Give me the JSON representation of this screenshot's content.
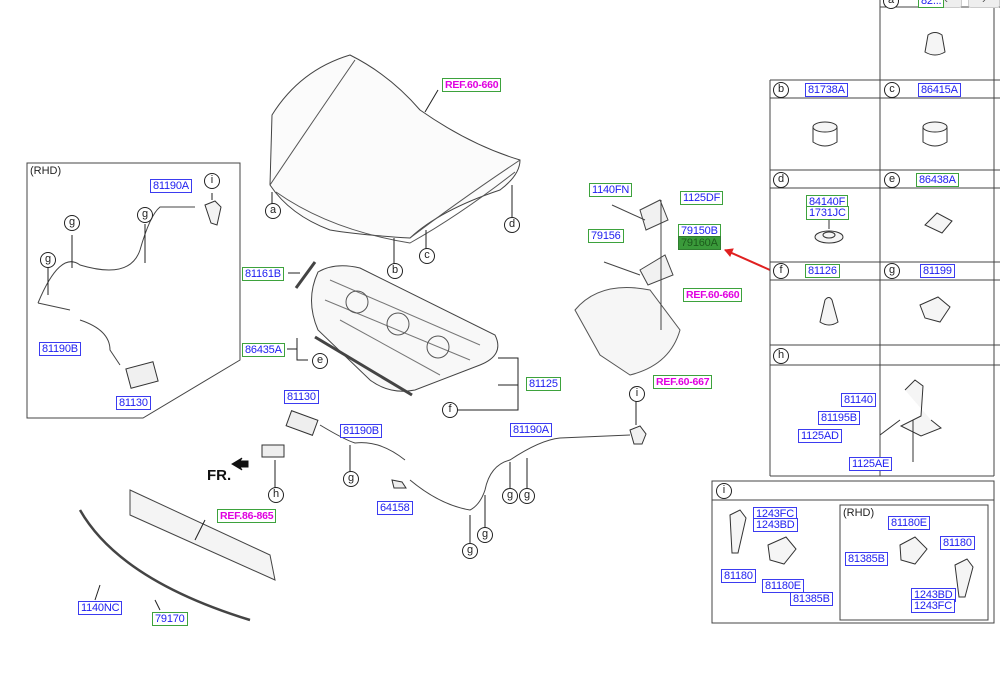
{
  "nav": {
    "prev_label": "‹",
    "next_label": "›"
  },
  "hood": {
    "ref": "REF.60-660",
    "callouts": {
      "a": "a",
      "b": "b",
      "c": "c",
      "d": "d"
    }
  },
  "rhd_box": {
    "title": "(RHD)",
    "parts": {
      "cable_a": "81190A",
      "cable_b": "81190B",
      "latch": "81130"
    },
    "callouts": {
      "i": "i",
      "g": "g"
    }
  },
  "insulator": {
    "parts": {
      "stay": "81161B",
      "seal": "86435A",
      "pad": "81125"
    },
    "callouts": {
      "e": "e",
      "f": "f"
    }
  },
  "hinge": {
    "parts": {
      "bolt1": "1140FN",
      "bolt2": "1125DF",
      "washer": "79156",
      "hinge_rh": "79150B",
      "hinge_lh": "79160A"
    },
    "refs": {
      "ref1": "REF.60-660",
      "ref2": "REF.60-667"
    }
  },
  "lower": {
    "parts": {
      "latch": "81130",
      "cable_b": "81190B",
      "cable_a": "81190A",
      "clip": "64158",
      "bolt": "1140NC",
      "carrier": "79170"
    },
    "ref": "REF.86-865",
    "fr_label": "FR.",
    "callouts": {
      "h": "h",
      "g": "g",
      "i": "i"
    }
  },
  "side_table": {
    "cells": [
      {
        "letter": "a",
        "part": "82..."
      },
      {
        "letter": "b",
        "part": "81738A"
      },
      {
        "letter": "c",
        "part": "86415A"
      },
      {
        "letter": "d",
        "parts": [
          "84140F",
          "1731JC"
        ]
      },
      {
        "letter": "e",
        "part": "86438A"
      },
      {
        "letter": "f",
        "part": "81126"
      },
      {
        "letter": "g",
        "part": "81199"
      }
    ],
    "h": {
      "letter": "h",
      "parts": [
        "81140",
        "81195B",
        "1125AD",
        "1125AE"
      ]
    },
    "i": {
      "letter": "i",
      "lhd_parts": [
        "1243FC",
        "1243BD",
        "81180",
        "81180E",
        "81385B"
      ],
      "rhd_title": "(RHD)",
      "rhd_parts": [
        "81180E",
        "81180",
        "81385B",
        "1243BD",
        "1243FC"
      ]
    }
  }
}
